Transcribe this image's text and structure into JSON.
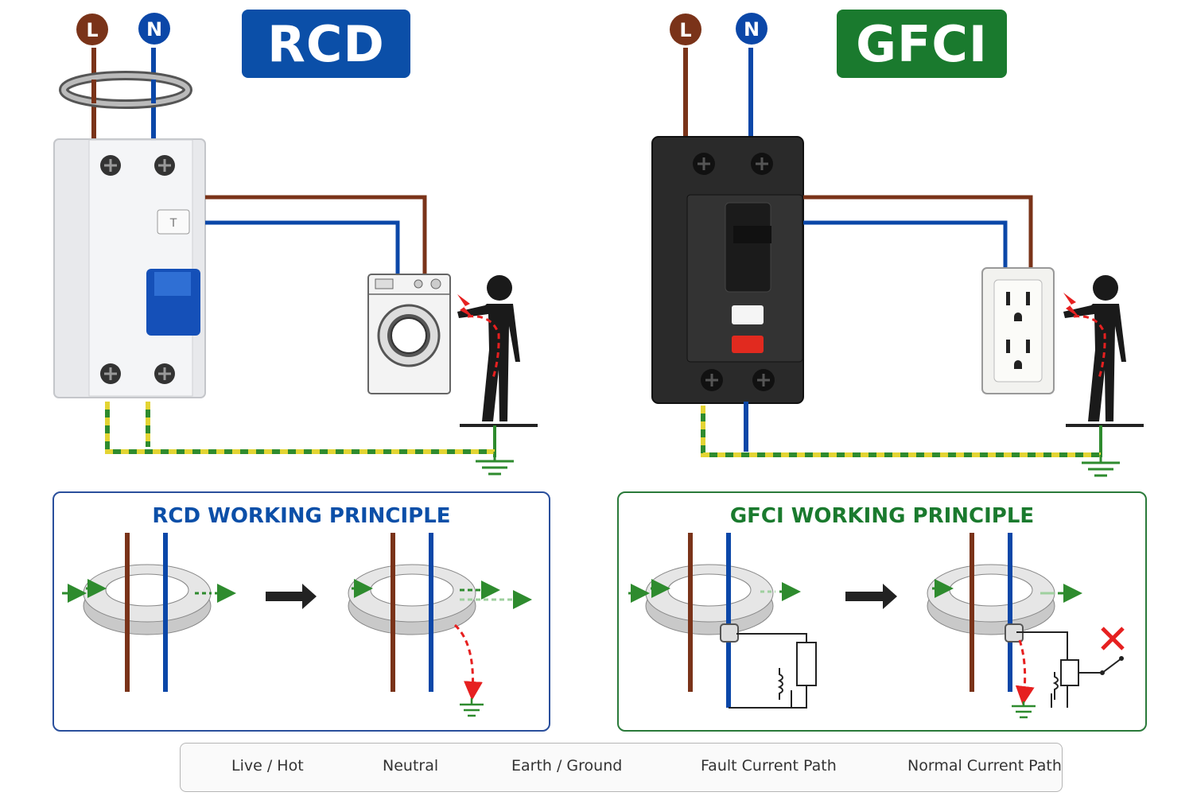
{
  "rcd": {
    "title": "RCD",
    "panel_title": "RCD WORKING PRINCIPLE",
    "color": "#0b4fa8"
  },
  "gfci": {
    "title": "GFCI",
    "panel_title": "GFCI WORKING PRINCIPLE",
    "color": "#1a7a2e"
  },
  "terminals": {
    "live": "L",
    "neutral": "N"
  },
  "legend": {
    "live": "Live / Hot",
    "neutral": "Neutral",
    "earth": "Earth / Ground",
    "fault": "Fault Current Path",
    "normal": "Normal Current Path"
  },
  "colors": {
    "live": "#7a3319",
    "neutral": "#0b47a8",
    "earth_green": "#2e8b2e",
    "earth_yellow": "#e3d433",
    "fault": "#e62020",
    "normal": "#2e8b2e"
  }
}
